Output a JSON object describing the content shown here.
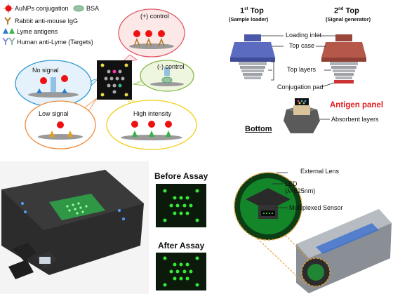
{
  "legend": {
    "aunp": "AuNPs conjugation",
    "bsa": "BSA",
    "rabbit": "Rabbit anti-mouse IgG",
    "lyme": "Lyme antigens",
    "human": "Human anti-Lyme (Targets)"
  },
  "schematic": {
    "pos_control": "(+) control",
    "neg_control": "(-) control",
    "no_signal": "No signal",
    "low_signal": "Low signal",
    "high_intensity": "High intensity"
  },
  "device": {
    "top1_title": "1st Top",
    "top1_sup": "st",
    "top1_num": "1",
    "top1_word": "Top",
    "top1_sub": "(Sample loader)",
    "top2_num": "2",
    "top2_sup": "nd",
    "top2_word": "Top",
    "top2_sub": "(Signal generator)",
    "loading_inlet": "Loading inlet",
    "top_case": "Top case",
    "top_layers": "Top layers",
    "conjugation_pad": "Conjugation pad",
    "antigen_panel": "Antigen panel",
    "bottom": "Bottom",
    "absorbent_layers": "Absorbent layers"
  },
  "assay": {
    "before": "Before Assay",
    "after": "After Assay"
  },
  "reader": {
    "external_lens": "External Lens",
    "led": "LED",
    "led_wavelength": "(λ=525nm)",
    "sensor": "Multiplexed Sensor"
  },
  "colors": {
    "red_label": "#e41a1c",
    "gold": "#e0c020",
    "green_spot": "#3cff3c",
    "blue_top": "#5a6bc0",
    "red_top": "#b5584a"
  }
}
